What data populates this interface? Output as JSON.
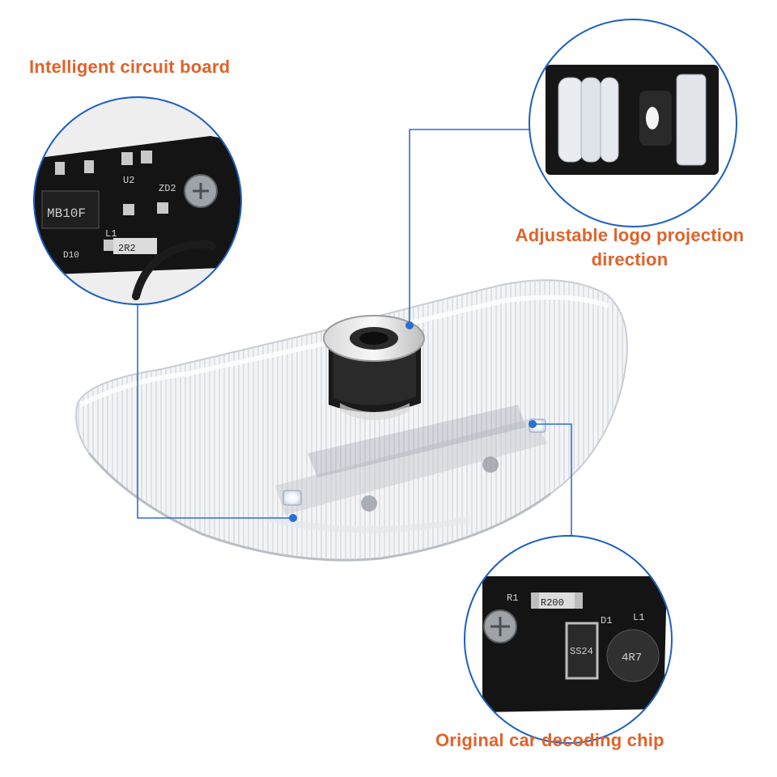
{
  "callouts": {
    "circuit_board": "Intelligent circuit board",
    "projection": "Adjustable logo projection direction",
    "decoding_chip": "Original car decoding chip"
  },
  "board_markings": {
    "rectifier": "MB10F",
    "inductor_small": "2R2",
    "u2": "U2",
    "zd2": "ZD2",
    "l1": "L1",
    "d10": "D10",
    "resistor": "R200",
    "r1": "R1",
    "diode_chip": "SS24",
    "d1": "D1",
    "l1b": "L1",
    "inductor_large": "4R7"
  },
  "colors": {
    "accent": "#e0622a",
    "leader_line": "#2b6fd1",
    "pcb": "#141414"
  }
}
